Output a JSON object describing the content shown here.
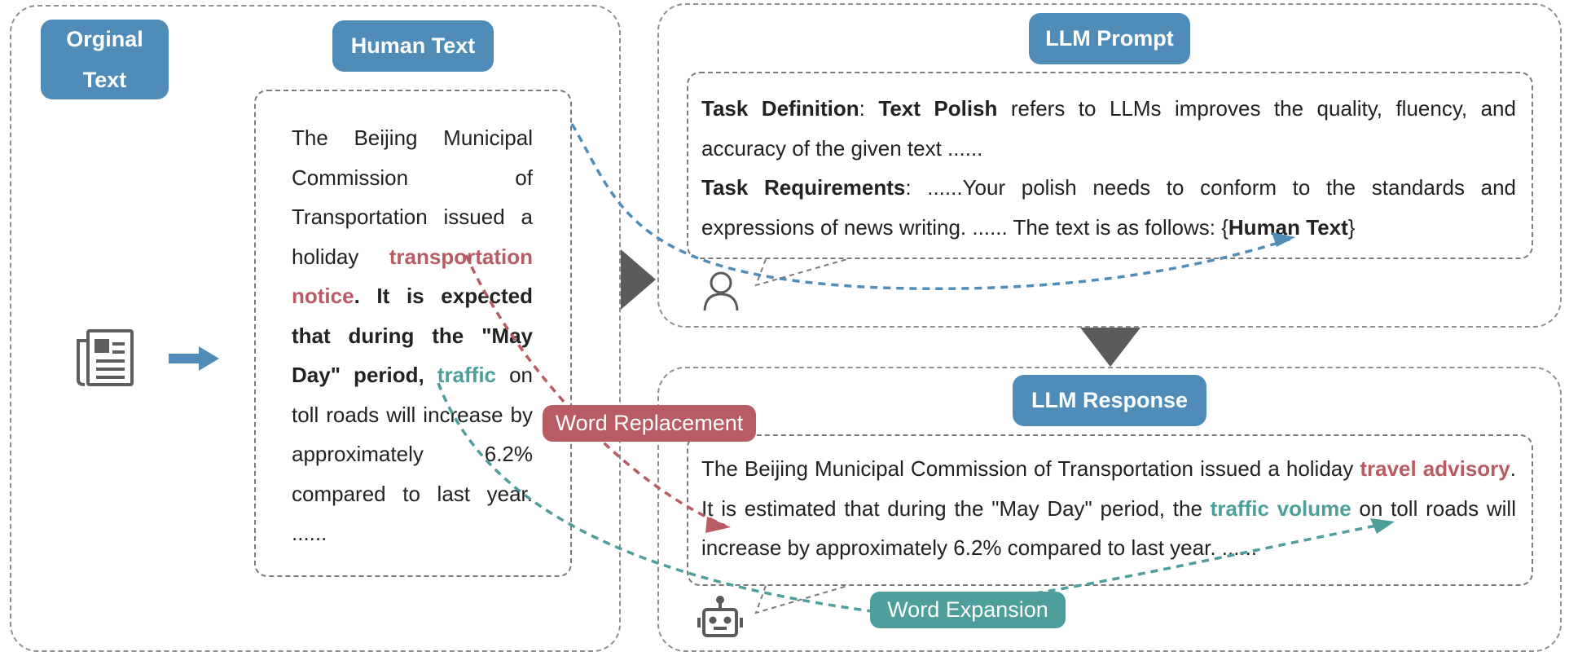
{
  "left_panel": {
    "original_label": "Orginal\nText",
    "human_label": "Human Text",
    "human_text": {
      "p1": "The Beijing Municipal Commission of Transportation issued a holiday ",
      "highlight_red": "transportation notice",
      "p2": ". It is expected that during the \"May Day\" period, ",
      "highlight_teal": "traffic",
      "p3": " on toll roads will increase by approximately 6.2% compared to last year.  ......"
    }
  },
  "prompt_panel": {
    "label": "LLM Prompt",
    "task_def_label": "Task Definition",
    "colon1": ": ",
    "task_def_term": "Text Polish",
    "task_def_text": " refers to LLMs improves the quality, fluency, and accuracy of the given text ......",
    "task_req_label": "Task Requirements",
    "task_req_text": ": ......Your polish needs to conform to the standards and expressions of news writing. ...... The text is as follows: {",
    "placeholder": "Human Text",
    "close_brace": "}"
  },
  "response_panel": {
    "label": "LLM Response",
    "r1": "The Beijing Municipal Commission of Transportation issued a holiday ",
    "highlight_red": "travel advisory",
    "r2": ". It is estimated that during the \"May Day\" period, the ",
    "highlight_teal": "traffic volume",
    "r3": " on toll roads will increase by approximately 6.2% compared to last year. ......"
  },
  "tags": {
    "word_replacement": "Word Replacement",
    "word_expansion": "Word Expansion"
  },
  "colors": {
    "pill_blue": "#4f8db8",
    "replacement_red": "#b85b63",
    "expansion_teal": "#4e9e9b",
    "arrow_blue": "#4f8db8"
  },
  "icons": [
    "newspaper-icon",
    "right-arrow-icon",
    "user-icon",
    "robot-icon"
  ]
}
